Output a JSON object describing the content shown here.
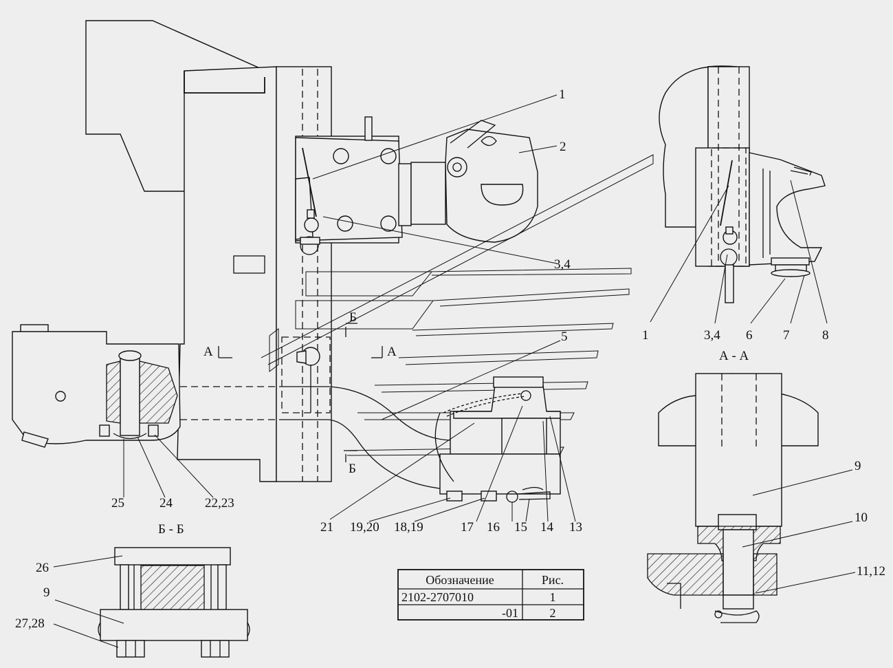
{
  "callouts": {
    "c1": "1",
    "c2": "2",
    "c34": "3,4",
    "c5": "5",
    "c9": "9",
    "c10": "10",
    "c1112": "11,12",
    "c13": "13",
    "c14": "14",
    "c15": "15",
    "c16": "16",
    "c17": "17",
    "c1819": "18,19",
    "c1920": "19,20",
    "c21": "21",
    "c2223": "22,23",
    "c24": "24",
    "c25": "25",
    "c26": "26",
    "c9b": "9",
    "c2728": "27,28",
    "aa1": "1",
    "aa34": "3,4",
    "aa6": "6",
    "aa7": "7",
    "aa8": "8"
  },
  "sections": {
    "aa_title": "А - А",
    "bb_title": "Б - Б",
    "cut_a": "А",
    "cut_b": "Б"
  },
  "table": {
    "header": [
      "Обозначение",
      "Рис."
    ],
    "rows": [
      [
        "2102-2707010",
        "1"
      ],
      [
        "-01",
        "2"
      ]
    ]
  }
}
